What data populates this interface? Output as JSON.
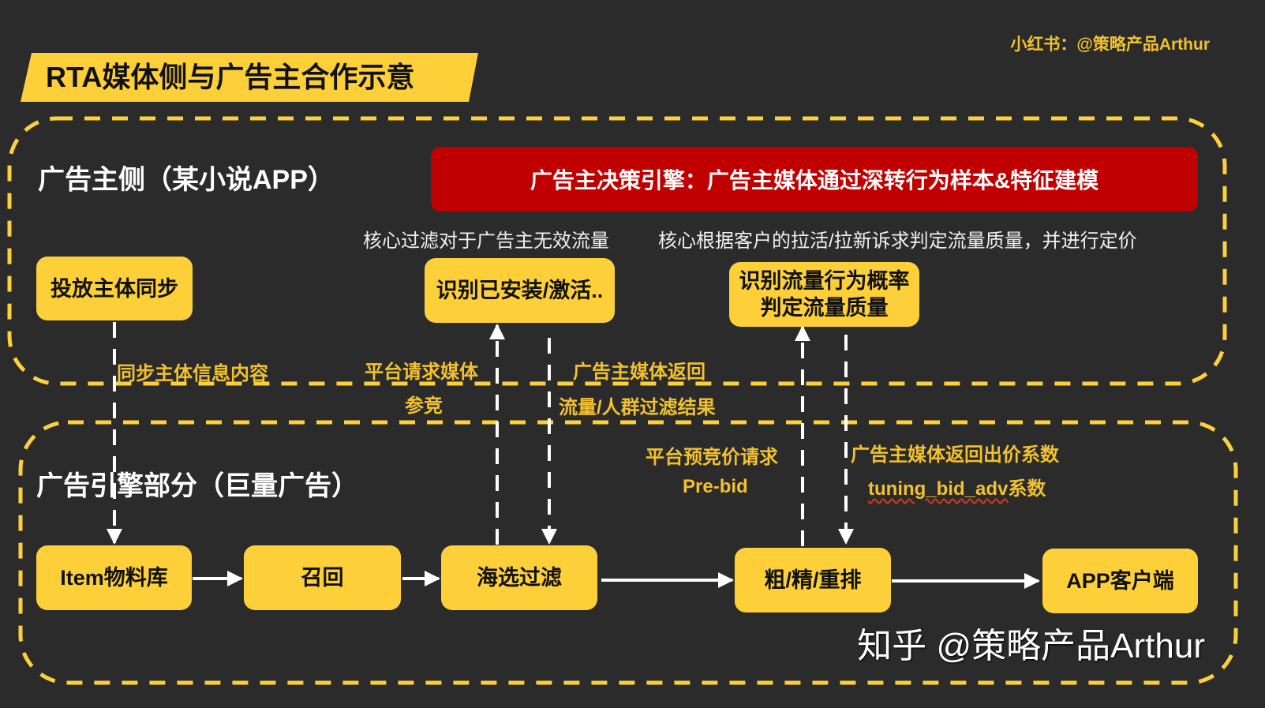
{
  "title": "RTA媒体侧与广告主合作示意",
  "brand_tag": "小红书：@策略产品Arthur",
  "watermark": "知乎 @策略产品Arthur",
  "colors": {
    "background": "#2b2b2b",
    "accent_yellow": "#fdd03a",
    "label_yellow": "#f2c12e",
    "decision_red": "#c00000",
    "arrow_white": "#ffffff"
  },
  "advertiser_side": {
    "title": "广告主侧（某小说APP）",
    "decision_engine": "广告主决策引擎：广告主媒体通过深转行为样本&特征建模",
    "note_left": "核心过滤对于广告主无效流量",
    "note_right": "核心根据客户的拉活/拉新诉求判定流量质量，并进行定价",
    "boxes": [
      {
        "id": "sync",
        "label": "投放主体同步"
      },
      {
        "id": "identify_install",
        "label": "识别已安装/激活.."
      },
      {
        "id": "identify_quality",
        "label_line1": "识别流量行为概率",
        "label_line2": "判定流量质量"
      }
    ]
  },
  "engine_side": {
    "title": "广告引擎部分（巨量广告）",
    "pipeline": [
      {
        "id": "item_lib",
        "label": "Item物料库"
      },
      {
        "id": "recall",
        "label": "召回"
      },
      {
        "id": "filter",
        "label": "海选过滤"
      },
      {
        "id": "rank",
        "label": "粗/精/重排"
      },
      {
        "id": "client",
        "label": "APP客户端"
      }
    ]
  },
  "connector_labels": {
    "sync_info": "同步主体信息内容",
    "platform_request_1": "平台请求媒体",
    "platform_request_2": "参竞",
    "advertiser_return_1": "广告主媒体返回",
    "advertiser_return_2": "流量/人群过滤结果",
    "prebid_1": "平台预竞价请求",
    "prebid_2": "Pre-bid",
    "bid_coef_1": "广告主媒体返回出价系数",
    "bid_coef_2_code": "tuning_bid_adv",
    "bid_coef_2_suffix": "系数"
  }
}
